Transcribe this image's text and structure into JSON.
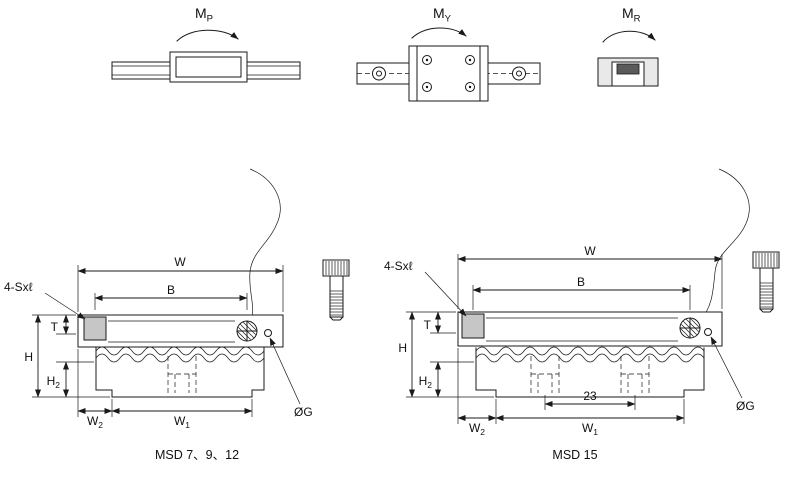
{
  "moments": {
    "pitch": {
      "base": "M",
      "sub": "P"
    },
    "yaw": {
      "base": "M",
      "sub": "Y"
    },
    "roll": {
      "base": "M",
      "sub": "R"
    }
  },
  "dims": {
    "overall_width": "W",
    "hole_spacing": "B",
    "flange_thickness": "T",
    "height": "H",
    "h2": {
      "base": "H",
      "sub": "2"
    },
    "w1": {
      "base": "W",
      "sub": "1"
    },
    "w2": {
      "base": "W",
      "sub": "2"
    },
    "mounting_screw": "4-Sxℓ",
    "hole_diameter": "ØG",
    "rail_hole_spacing": "23"
  },
  "captions": {
    "left": "MSD 7、9、12",
    "right": "MSD 15"
  }
}
